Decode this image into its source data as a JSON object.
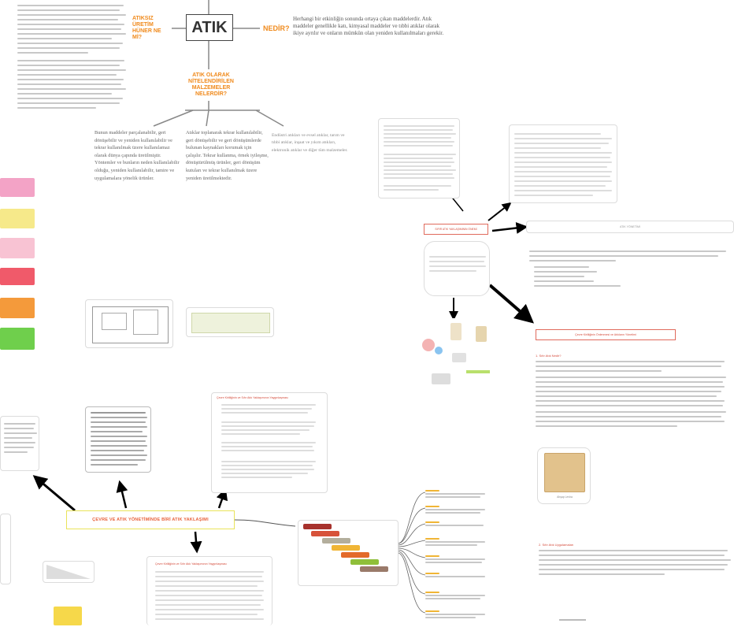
{
  "top": {
    "atik_title": "ATIK",
    "nedir": "NEDİR?",
    "left_tag": "ATIKSIZ ÜRETİM HÜNER NE Mİ?",
    "def_bullet": "Herhangi bir etkinliğin sonunda ortaya çıkan maddelerdir. Atık maddeler genellikle katı, kimyasal maddeler ve tıbbi atıklar olarak ikiye ayrılır ve onların mümkün olan yeniden kullanılmaları gerekir.",
    "sub_title": "ATIK OLARAK NİTELENDİRİLEN MALZEMELER NELERDİR?"
  },
  "columns": {
    "col1": "Bunun maddeler parçalanabilir, geri dönüşebilir ve yeniden kullanılabilir ve tekrar kullanılmak üzere kullanılamaz olarak dünya çapında üretilmiştir. Yöntemler ve bunların neden kullanılabilir olduğu, yeniden kullanılabilir, tamire ve uygulamalara yönelik ürünler.",
    "col2": "Atıklar toplanarak tekrar kullanılabilir, geri dönüşebilir ve geri dönüşümlerde bulunan kaynakları korumak için çalışılır. Tekrar kullanma, örnek iyileşme, dönüştürülmüş ürünler, geri dönüşüm kutuları ve tekrar kullanılmak üzere yeniden üretilmektedir.",
    "col3": "Endüstri atıkları ve evsel atıklar, tarım ve tıbbi atıklar, inşaat ve yıkım atıkları, elektronik atıklar ve diğer tüm malzemeler."
  },
  "center": {
    "main_label": "ÇEVRE VE ATIK YÖNETİMİNDE BİRİ ATIK YAKLAŞIMI",
    "card_title": "Çevre Kirliliğinin ve Sıfır Atık Yaklaşımının Yaygınlaşması",
    "red_title": "Çevre Kirliliğinin ve Sıfır Atık Yaklaşımının Yaygınlaşması"
  },
  "right": {
    "red_node": "SIFIR ATIK YAKLAŞIMININ ÖNEMİ",
    "bar_label": "ATIK YÖNETİMİ",
    "red_header": "Çevre Kirliliğinin Önlenmesi ve Atıkların Yönetimi",
    "section1": "1. Sıfır Atık Nedir?",
    "section2": "2. Sıfır Atık Uygulamaları",
    "photo_caption": "Ahşap Levha"
  },
  "colors": {
    "accent_orange": "#f08a1c",
    "accent_red": "#d44a3a",
    "sticky_pink": "#f3a3c6",
    "sticky_yellow": "#f6e98a",
    "sticky_red": "#f05a6a",
    "sticky_orange": "#f49a3b",
    "sticky_green": "#6fcf4c"
  }
}
